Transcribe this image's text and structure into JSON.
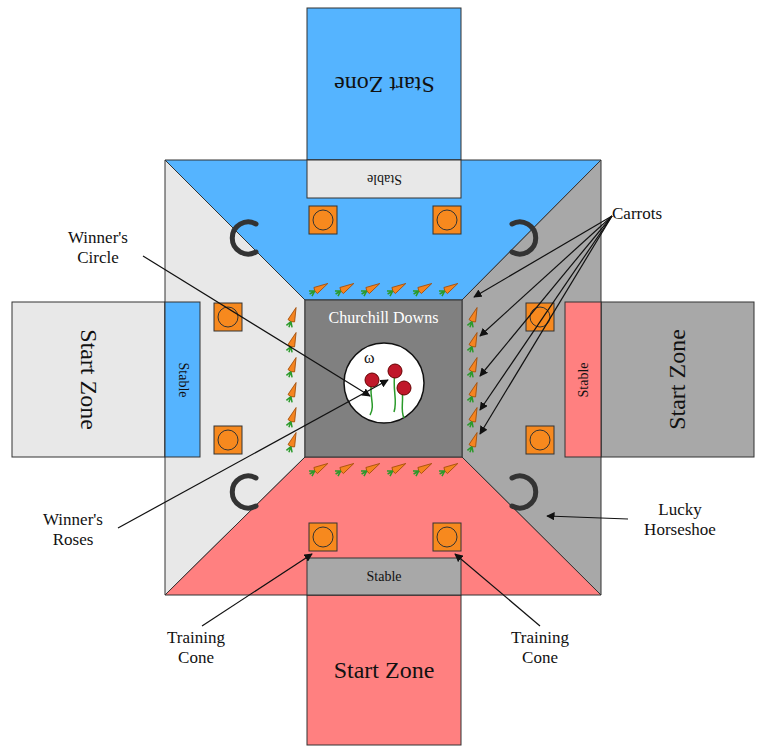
{
  "diagram": {
    "nodes": [
      {
        "text": [
          "Start Zone"
        ]
      },
      {
        "text": [
          "Stable"
        ]
      },
      {
        "text": [
          "Start Zone"
        ]
      },
      {
        "text": [
          "Stable"
        ]
      },
      {
        "text": [
          "Churchill Downs"
        ]
      },
      {
        "text": [
          "Stable"
        ]
      },
      {
        "text": [
          "Start Zone"
        ]
      },
      {
        "text": [
          "Stable"
        ]
      },
      {
        "text": [
          "Start Zone"
        ]
      }
    ],
    "labels": [
      "Carrots",
      "Winner's Circle",
      "ω",
      "Winner's Roses",
      "Lucky Horseshoe",
      "Training Cone",
      "Training Cone"
    ]
  }
}
